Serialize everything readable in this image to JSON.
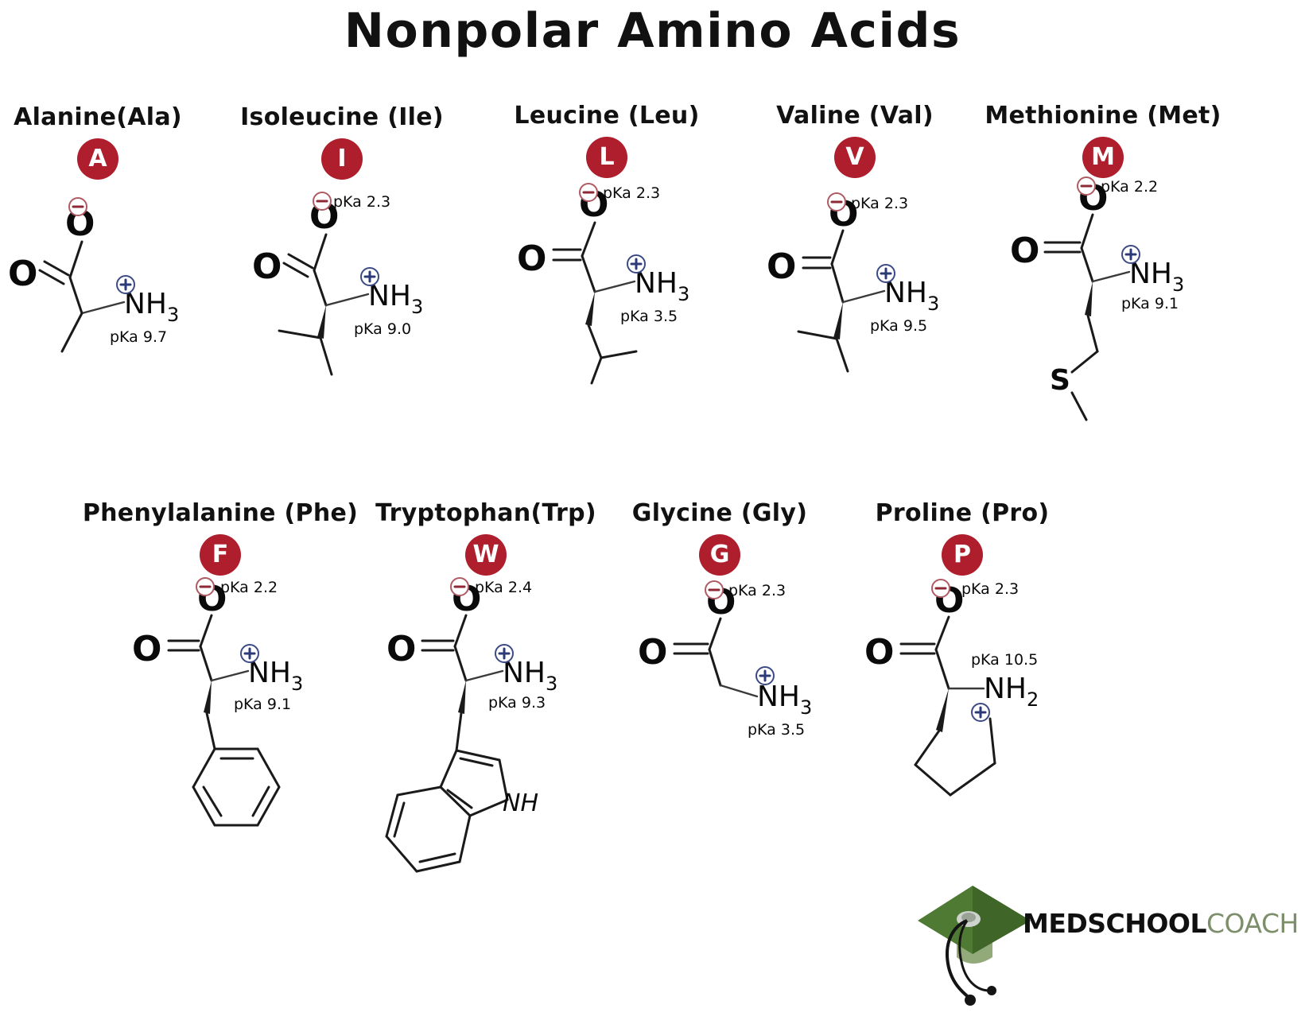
{
  "title": "Nonpolar Amino Acids",
  "colors": {
    "badge_red": "#af1e2d",
    "negative_charge": "#8d2834",
    "positive_charge": "#2c3a78",
    "bond": "#1a1a1a",
    "logo_dark": "#101010",
    "logo_green": "#7d8f6a",
    "cap_green": "#4f7a33"
  },
  "labels": {
    "oxygen": "O",
    "sulfur": "S",
    "nh3": "NH",
    "nh3_sub": "3",
    "nh2": "NH",
    "nh2_sub": "2",
    "indole_nh": "NH"
  },
  "rows": [
    {
      "row": 1,
      "amino_acids": [
        {
          "name": "Alanine(Ala)",
          "code": "A",
          "pka_carboxyl": "",
          "pka_amine": "pKa 9.7",
          "amine_label": "NH3",
          "side_chain": "methyl"
        },
        {
          "name": "Isoleucine (Ile)",
          "code": "I",
          "pka_carboxyl": "pKa 2.3",
          "pka_amine": "pKa 9.0",
          "amine_label": "NH3",
          "side_chain": "sec-butyl"
        },
        {
          "name": "Leucine (Leu)",
          "code": "L",
          "pka_carboxyl": "pKa 2.3",
          "pka_amine": "pKa 3.5",
          "amine_label": "NH3",
          "side_chain": "isobutyl"
        },
        {
          "name": "Valine (Val)",
          "code": "V",
          "pka_carboxyl": "pKa 2.3",
          "pka_amine": "pKa 9.5",
          "amine_label": "NH3",
          "side_chain": "isopropyl"
        },
        {
          "name": "Methionine (Met)",
          "code": "M",
          "pka_carboxyl": "pKa 2.2",
          "pka_amine": "pKa 9.1",
          "amine_label": "NH3",
          "side_chain": "thioether-methyl"
        }
      ]
    },
    {
      "row": 2,
      "amino_acids": [
        {
          "name": "Phenylalanine (Phe)",
          "code": "F",
          "pka_carboxyl": "pKa 2.2",
          "pka_amine": "pKa 9.1",
          "amine_label": "NH3",
          "side_chain": "benzyl"
        },
        {
          "name": "Tryptophan(Trp)",
          "code": "W",
          "pka_carboxyl": "pKa 2.4",
          "pka_amine": "pKa 9.3",
          "amine_label": "NH3",
          "side_chain": "indole"
        },
        {
          "name": "Glycine (Gly)",
          "code": "G",
          "pka_carboxyl": "pKa 2.3",
          "pka_amine": "pKa 3.5",
          "amine_label": "NH3",
          "side_chain": "hydrogen"
        },
        {
          "name": "Proline (Pro)",
          "code": "P",
          "pka_carboxyl": "pKa 2.3",
          "pka_amine": "pKa 10.5",
          "amine_label": "NH2",
          "side_chain": "pyrrolidine-ring"
        }
      ]
    }
  ],
  "logo": {
    "brand_dark": "MEDSCHOOL",
    "brand_light": "COACH",
    "icon": "graduation-cap-stethoscope"
  }
}
